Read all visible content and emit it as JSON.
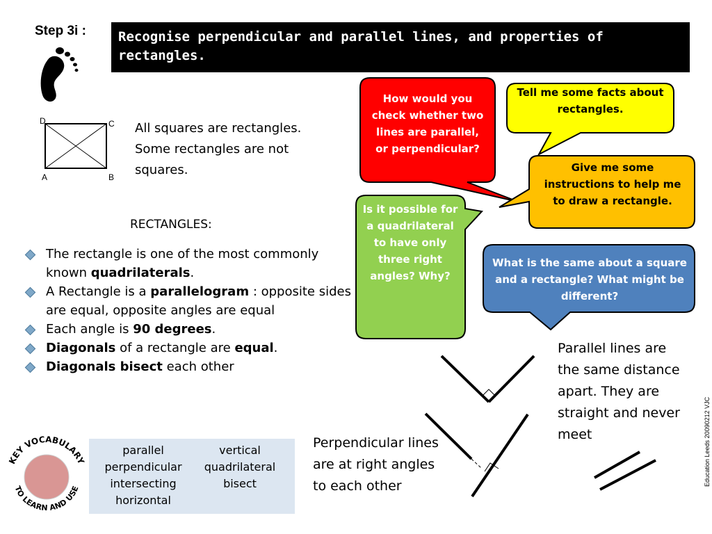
{
  "step": "Step 3i :",
  "title": "Recognise perpendicular and parallel lines, and properties of rectangles.",
  "rect_diagram": {
    "labels": [
      "D",
      "C",
      "A",
      "B"
    ]
  },
  "squares_note": "All squares are rectangles. Some rectangles are not squares.",
  "rectangles_heading": "RECTANGLES:",
  "bullets": [
    [
      {
        "t": "The rectangle is one of the most commonly known "
      },
      {
        "t": "quadrilaterals",
        "b": true
      },
      {
        "t": "."
      }
    ],
    [
      {
        "t": "A Rectangle is a "
      },
      {
        "t": "parallelogram",
        "b": true
      },
      {
        "t": " : opposite sides are equal, opposite angles are equal"
      }
    ],
    [
      {
        "t": "Each angle is "
      },
      {
        "t": "90 degrees",
        "b": true
      },
      {
        "t": "."
      }
    ],
    [
      {
        "t": "Diagonals",
        "b": true
      },
      {
        "t": " of a rectangle are "
      },
      {
        "t": "equal",
        "b": true
      },
      {
        "t": "."
      }
    ],
    [
      {
        "t": "Diagonals bisect",
        "b": true
      },
      {
        "t": " each other"
      }
    ]
  ],
  "bubbles": {
    "red": "How would you check whether two lines are parallel, or perpendicular?",
    "yellow": "Tell me some facts about rectangles.",
    "orange": "Give me some instructions to help me to draw a rectangle.",
    "green": "Is it possible for a quadrilateral to have only three right angles? Why?",
    "blue": "What is the same about a square and a rectangle? What might be different?"
  },
  "colors": {
    "red_bubble": "#ff0000",
    "yellow_bubble": "#ffff00",
    "orange_bubble": "#ffc000",
    "green_bubble": "#92d050",
    "blue_bubble": "#4f81bd",
    "vocab_box": "#dce6f1",
    "badge": "#d99694"
  },
  "parallel_note": "Parallel lines are the same distance apart. They are straight and never meet",
  "perpendicular_note": "Perpendicular lines are at right angles to each other",
  "vocab": {
    "badge_text": "KEY VOCABULARY TO LEARN AND USE",
    "col1": [
      "parallel",
      "perpendicular",
      "intersecting",
      "horizontal"
    ],
    "col2": [
      "vertical",
      "quadrilateral",
      "bisect"
    ]
  },
  "credit": "Education Leeds 20090212 VJC"
}
